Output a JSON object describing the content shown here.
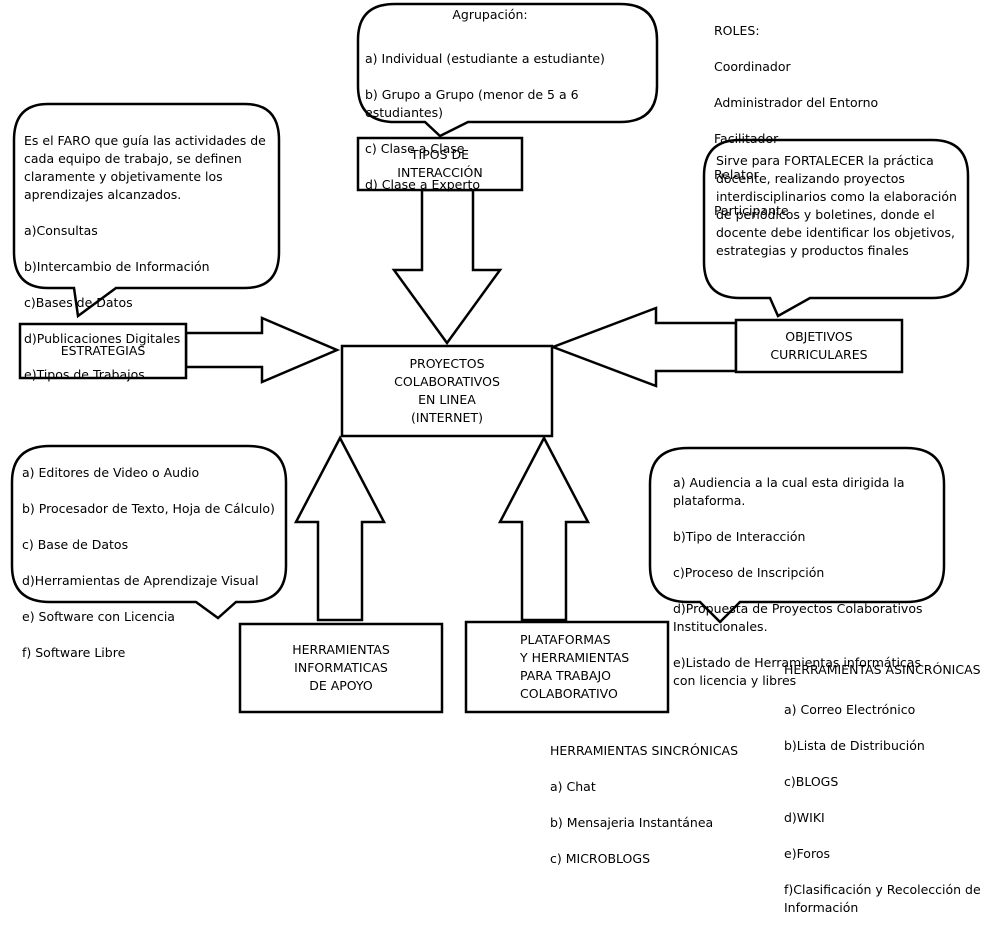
{
  "center": {
    "label": "PROYECTOS\nCOLABORATIVOS\nEN LINEA\n(INTERNET)"
  },
  "tipos": {
    "label": "TIPOS  DE\nINTERACCIÓN",
    "bubble_title": "Agrupación:",
    "items": [
      "a) Individual (estudiante a estudiante)",
      "b) Grupo a Grupo (menor de 5 a 6 estudiantes)",
      "c) Clase  a Clase",
      "d) Clase a Experto"
    ]
  },
  "roles": {
    "title": "ROLES:",
    "items": [
      "Coordinador",
      "Administrador del Entorno",
      "Facilitador",
      "Relator",
      "Participante"
    ]
  },
  "estrategias": {
    "label": "ESTRATEGIAS",
    "bubble_intro": "Es el FARO que guía las actividades de cada equipo de trabajo, se definen claramente y objetivamente los aprendizajes alcanzados.",
    "items": [
      "a)Consultas",
      "b)Intercambio de Información",
      "c)Bases de Datos",
      "d)Publicaciones Digitales",
      "e)Tipos de Trabajos"
    ]
  },
  "objetivos": {
    "label": "OBJETIVOS\nCURRICULARES",
    "bubble_text": "Sirve para FORTALECER la práctica docente, realizando proyectos interdisciplinarios como la elaboración de periódicos y boletines, donde el docente debe identificar los objetivos, estrategias y productos finales"
  },
  "herramientas_informaticas": {
    "label": "HERRAMIENTAS\nINFORMATICAS\nDE APOYO",
    "items": [
      "a) Editores de Video o Audio",
      "b) Procesador de Texto, Hoja de Cálculo)",
      "c) Base de Datos",
      "d)Herramientas de Aprendizaje Visual",
      "e) Software con Licencia",
      "f) Software Libre"
    ]
  },
  "plataformas": {
    "label": "PLATAFORMAS\nY HERRAMIENTAS\nPARA TRABAJO\nCOLABORATIVO",
    "items": [
      "a) Audiencia a la cual esta dirigida la plataforma.",
      "b)Tipo de Interacción",
      "c)Proceso de Inscripción",
      "d)Propuesta de Proyectos Colaborativos Institucionales.",
      "e)Listado de Herramientas informáticas con licencia y libres"
    ]
  },
  "sincronicas": {
    "title": "HERRAMIENTAS SINCRÓNICAS",
    "items": [
      "a) Chat",
      "b) Mensajeria Instantánea",
      "c) MICROBLOGS"
    ]
  },
  "asincronicas": {
    "title": "HERRAMIENTAS ASINCRÓNICAS",
    "items": [
      "a) Correo Electrónico",
      "b)Lista de Distribución",
      "c)BLOGS",
      "d)WIKI",
      "e)Foros",
      "f)Clasificación y Recolección de Información"
    ]
  }
}
